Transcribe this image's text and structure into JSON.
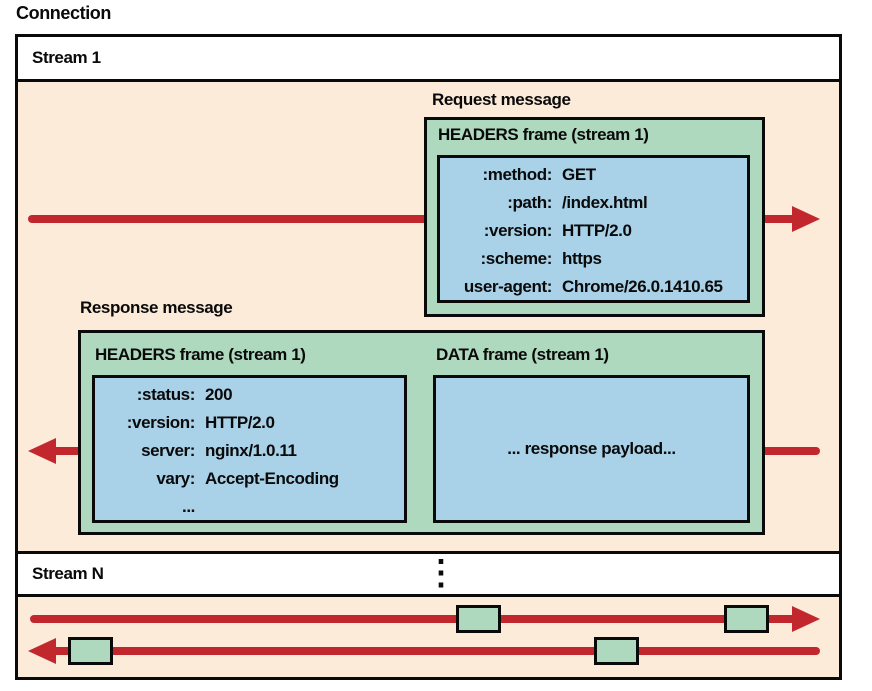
{
  "colors": {
    "background_peach": "#FCEBD9",
    "frame_green": "#AED9BE",
    "inner_blue": "#A9D1E8",
    "arrow_red": "#C2272D",
    "border_black": "#0a0a0a",
    "row_white": "#ffffff"
  },
  "diagram": {
    "title": "Connection",
    "stream1": {
      "label": "Stream 1",
      "request": {
        "label": "Request message",
        "frame_title": "HEADERS frame (stream 1)",
        "headers": [
          {
            "key": ":method:",
            "value": "GET"
          },
          {
            "key": ":path:",
            "value": "/index.html"
          },
          {
            "key": ":version:",
            "value": "HTTP/2.0"
          },
          {
            "key": ":scheme:",
            "value": "https"
          },
          {
            "key": "user-agent:",
            "value": "Chrome/26.0.1410.65"
          }
        ]
      },
      "response": {
        "label": "Response message",
        "headers_frame_title": "HEADERS frame (stream 1)",
        "data_frame_title": "DATA frame (stream 1)",
        "headers": [
          {
            "key": ":status:",
            "value": "200"
          },
          {
            "key": ":version:",
            "value": "HTTP/2.0"
          },
          {
            "key": "server:",
            "value": "nginx/1.0.11"
          },
          {
            "key": "vary:",
            "value": "Accept-Encoding"
          },
          {
            "key": "...",
            "value": ""
          }
        ],
        "data_payload": "... response payload..."
      }
    },
    "streamN": {
      "label": "Stream N",
      "ellipsis_icon": "⋮"
    }
  }
}
